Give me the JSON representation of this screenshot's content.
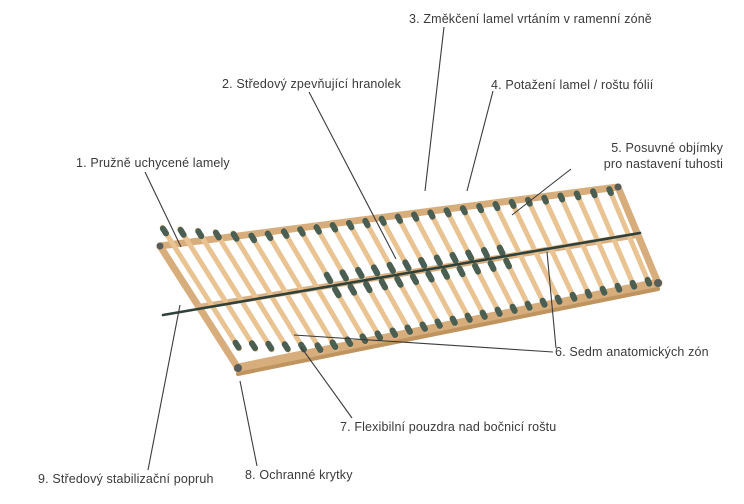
{
  "diagram": {
    "labels": [
      {
        "num": "1",
        "text": "1. Pružně uchycené lamely"
      },
      {
        "num": "2",
        "text": "2. Středový zpevňující hranolek"
      },
      {
        "num": "3",
        "text": "3. Změkčení lamel vrtáním v ramenní zóně"
      },
      {
        "num": "4",
        "text": "4. Potažení lamel / roštu fólií"
      },
      {
        "num": "5",
        "line1": "5. Posuvné objímky",
        "line2": "pro nastavení tuhosti"
      },
      {
        "num": "6",
        "text": "6. Sedm anatomických zón"
      },
      {
        "num": "7",
        "text": "7. Flexibilní pouzdra nad bočnicí roštu"
      },
      {
        "num": "8",
        "text": "8. Ochranné krytky"
      },
      {
        "num": "9",
        "text": "9. Středový stabilizační popruh"
      }
    ],
    "illustration": {
      "subject": "slatted-bed-base",
      "slat_count": 28,
      "colors": {
        "slat": "#e9c392",
        "rail": "#d8ad7c",
        "rail_shadow": "#bf945f",
        "beam": "#d9b184",
        "clip": "#4a5e52",
        "strap": "#30413a",
        "cap": "#585d5a",
        "leader": "#3c3c3c"
      }
    }
  }
}
